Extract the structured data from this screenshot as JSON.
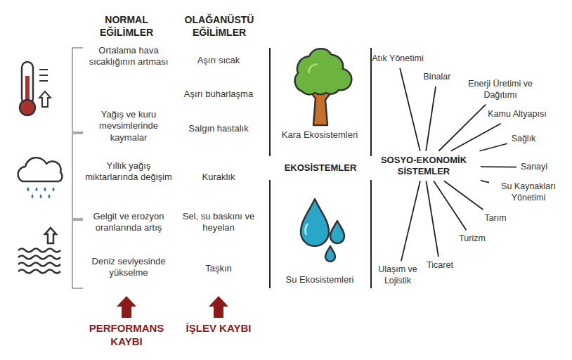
{
  "diagram": {
    "nodes": [
      {
        "text": [
          "SOSYO-EKONOMİK SİSTEMLER"
        ]
      },
      {
        "text": [
          "Atık Yönetimi"
        ]
      },
      {
        "text": [
          "Binalar"
        ]
      },
      {
        "text": [
          "Enerji Üretimi ve Dağıtımı"
        ]
      },
      {
        "text": [
          "Kamu Altyapısı"
        ]
      },
      {
        "text": [
          "Sağlık"
        ]
      },
      {
        "text": [
          "Sanayi"
        ]
      },
      {
        "text": [
          "Su Kaynakları Yönetimi"
        ]
      },
      {
        "text": [
          "Tarım"
        ]
      },
      {
        "text": [
          "Turizm"
        ]
      },
      {
        "text": [
          "Ticaret"
        ]
      },
      {
        "text": [
          "Ulaşım ve Lojistik"
        ]
      }
    ],
    "edges": [
      {
        "from": 0,
        "to": 1,
        "arrow": "none"
      },
      {
        "from": 0,
        "to": 2,
        "arrow": "none"
      },
      {
        "from": 0,
        "to": 3,
        "arrow": "none"
      },
      {
        "from": 0,
        "to": 4,
        "arrow": "none"
      },
      {
        "from": 0,
        "to": 5,
        "arrow": "none"
      },
      {
        "from": 0,
        "to": 6,
        "arrow": "none"
      },
      {
        "from": 0,
        "to": 7,
        "arrow": "none"
      },
      {
        "from": 0,
        "to": 8,
        "arrow": "none"
      },
      {
        "from": 0,
        "to": 9,
        "arrow": "none"
      },
      {
        "from": 0,
        "to": 10,
        "arrow": "none"
      },
      {
        "from": 0,
        "to": 11,
        "arrow": "none"
      }
    ],
    "labels": [
      "NORMAL EĞİLİMLER",
      "OLAĞANÜSTÜ EĞİLİMLER",
      "Ortalama hava sıcaklığının artması",
      "Aşırı sıcak",
      "Aşırı buharlaşma",
      "Yağış ve kuru mevsimlerinde kaymalar",
      "Salgın hastalık",
      "Yıllık yağış miktarlarında değişim",
      "Kuraklık",
      "Gelgit ve erozyon oranlarında artış",
      "Sel, su baskını ve heyelan",
      "Deniz seviyesinde yükselme",
      "Taşkın",
      "PERFORMANS KAYBI",
      "İŞLEV KAYBI",
      "Kara Ekosistemleri",
      "EKOSİSTEMLER",
      "Su Ekosistemleri"
    ]
  }
}
